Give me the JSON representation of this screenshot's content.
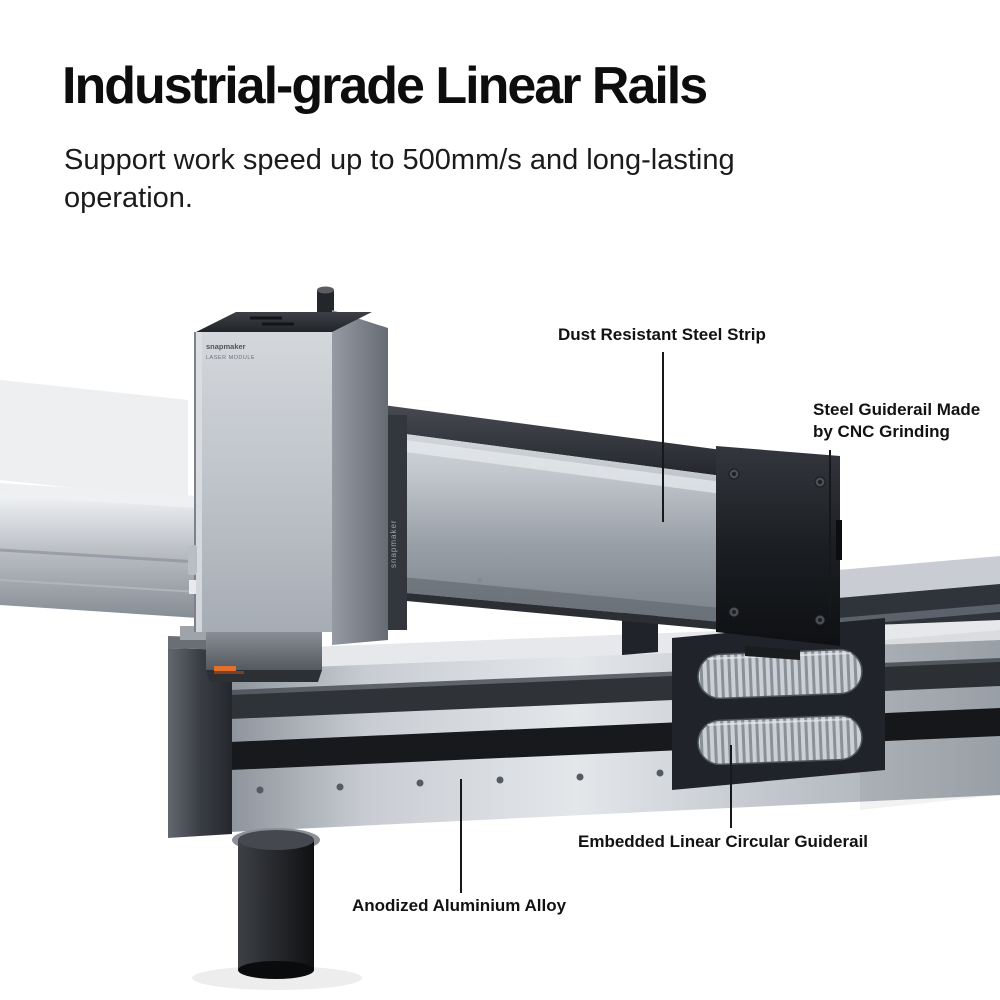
{
  "header": {
    "title": "Industrial-grade Linear Rails",
    "subtitle": "Support work speed up to 500mm/s and long-lasting operation."
  },
  "callouts": [
    {
      "lines": [
        "Dust Resistant Steel Strip"
      ]
    },
    {
      "lines": [
        "Steel Guiderail Made",
        "by CNC Grinding"
      ]
    },
    {
      "lines": [
        "Embedded Linear Circular Guiderail"
      ]
    },
    {
      "lines": [
        "Anodized Aluminium Alloy"
      ]
    }
  ],
  "machine": {
    "module_brand": "snapmaker",
    "module_label": "LASER MODULE",
    "beam_brand": "snapmaker"
  },
  "colors": {
    "text": "#111111",
    "callout_line": "#17181a",
    "laser_accent": "#e2702a",
    "background": "#ffffff"
  }
}
